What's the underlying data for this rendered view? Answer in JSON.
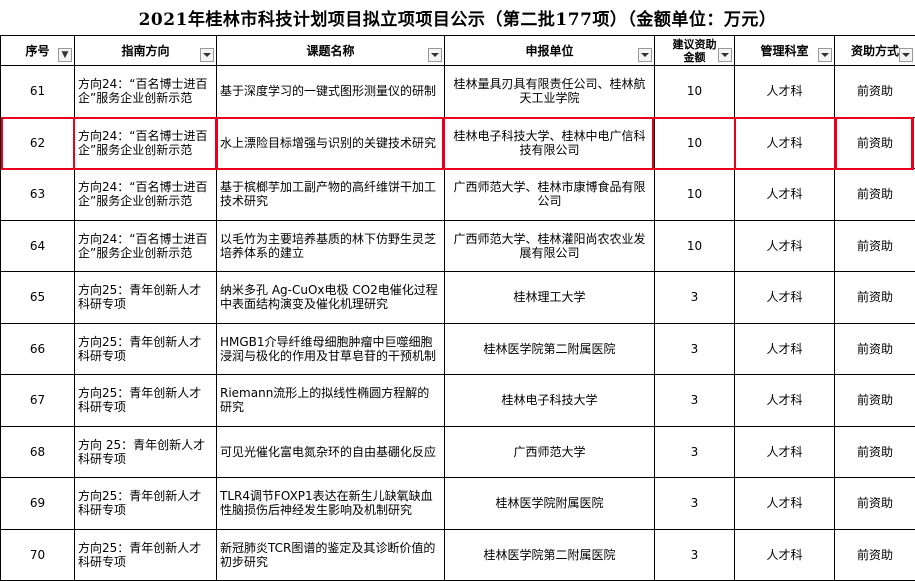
{
  "title": "2021年桂林市科技计划项目拟立项项目公示（第二批177项）（金额单位：万元）",
  "headers": {
    "seq": "序号",
    "direction": "指南方向",
    "topic": "课题名称",
    "unit": "申报单位",
    "amount_line1": "建议资助",
    "amount_line2": "金额",
    "dept": "管理科室",
    "mode": "资助方式"
  },
  "rows": [
    {
      "seq": "61",
      "direction": "方向24：“百名博士进百企”服务企业创新示范",
      "topic": "基于深度学习的一键式图形测量仪的研制",
      "unit": "桂林量具刃具有限责任公司、桂林航天工业学院",
      "amount": "10",
      "dept": "人才科",
      "mode": "前资助"
    },
    {
      "seq": "62",
      "direction": "方向24：“百名博士进百企”服务企业创新示范",
      "topic": "水上漂险目标增强与识别的关键技术研究",
      "unit": "桂林电子科技大学、桂林中电广信科技有限公司",
      "amount": "10",
      "dept": "人才科",
      "mode": "前资助"
    },
    {
      "seq": "63",
      "direction": "方向24：“百名博士进百企”服务企业创新示范",
      "topic": "基于槟榔芋加工副产物的高纤维饼干加工技术研究",
      "unit": "广西师范大学、桂林市康博食品有限公司",
      "amount": "10",
      "dept": "人才科",
      "mode": "前资助"
    },
    {
      "seq": "64",
      "direction": "方向24：“百名博士进百企”服务企业创新示范",
      "topic": "以毛竹为主要培养基质的林下仿野生灵芝培养体系的建立",
      "unit": "广西师范大学、桂林灌阳尚农农业发展有限公司",
      "amount": "10",
      "dept": "人才科",
      "mode": "前资助"
    },
    {
      "seq": "65",
      "direction": "方向25：青年创新人才科研专项",
      "topic": "纳米多孔 Ag-CuOx电极 CO2电催化过程中表面结构演变及催化机理研究",
      "unit": "桂林理工大学",
      "amount": "3",
      "dept": "人才科",
      "mode": "前资助"
    },
    {
      "seq": "66",
      "direction": "方向25：青年创新人才科研专项",
      "topic": "HMGB1介导纤维母细胞肿瘤中巨噬细胞浸润与极化的作用及甘草皂苷的干预机制",
      "unit": "桂林医学院第二附属医院",
      "amount": "3",
      "dept": "人才科",
      "mode": "前资助"
    },
    {
      "seq": "67",
      "direction": "方向25：青年创新人才科研专项",
      "topic": "Riemann流形上的拟线性椭圆方程解的研究",
      "unit": "桂林电子科技大学",
      "amount": "3",
      "dept": "人才科",
      "mode": "前资助"
    },
    {
      "seq": "68",
      "direction": "方向 25：青年创新人才科研专项",
      "topic": "可见光催化富电氮杂环的自由基硼化反应",
      "unit": "广西师范大学",
      "amount": "3",
      "dept": "人才科",
      "mode": "前资助"
    },
    {
      "seq": "69",
      "direction": "方向25：青年创新人才科研专项",
      "topic": "TLR4调节FOXP1表达在新生儿缺氧缺血性脑损伤后神经发生影响及机制研究",
      "unit": "桂林医学院附属医院",
      "amount": "3",
      "dept": "人才科",
      "mode": "前资助"
    },
    {
      "seq": "70",
      "direction": "方向25：青年创新人才科研专项",
      "topic": "新冠肺炎TCR图谱的鉴定及其诊断价值的初步研究",
      "unit": "桂林医学院第二附属医院",
      "amount": "3",
      "dept": "人才科",
      "mode": "前资助"
    }
  ],
  "icons": {
    "filter_active": "filter-funnel-icon",
    "dropdown": "dropdown-arrow-icon"
  },
  "colors": {
    "highlight": "#e8001c",
    "grid": "#000000",
    "background": "#ffffff"
  }
}
